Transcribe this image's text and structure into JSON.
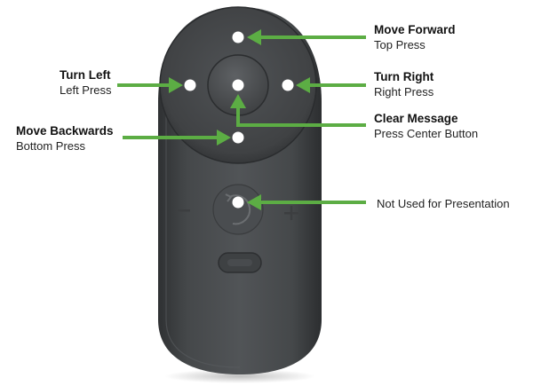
{
  "labels": {
    "forward": {
      "title": "Move Forward",
      "sub": "Top Press"
    },
    "left": {
      "title": "Turn Left",
      "sub": "Left Press"
    },
    "right": {
      "title": "Turn Right",
      "sub": "Right Press"
    },
    "clear": {
      "title": "Clear Message",
      "sub": "Press Center Button"
    },
    "backwards": {
      "title": "Move Backwards",
      "sub": "Bottom Press"
    },
    "back_button": {
      "title": "Not Used for Presentation"
    }
  },
  "colors": {
    "arrow": "#5cad44",
    "body": "#47494b",
    "ring": "#3a3c3e",
    "dot": "#ffffff"
  },
  "icons": [
    "back-arrow-icon",
    "volume-minus-icon",
    "volume-plus-icon",
    "home-pill-icon"
  ]
}
